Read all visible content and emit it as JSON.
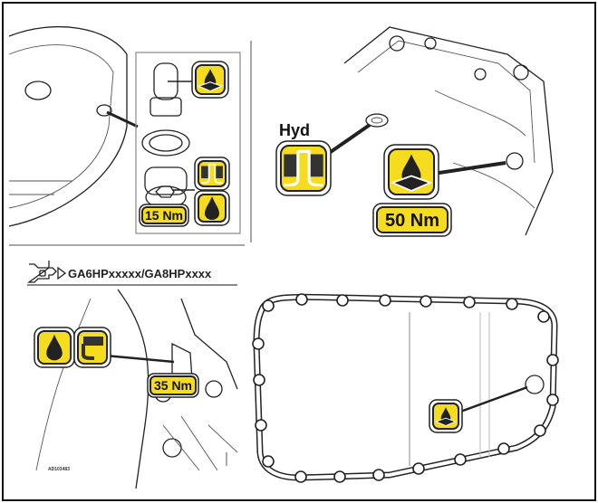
{
  "colors": {
    "badge_yellow": "#f5dc1e",
    "line": "#222222",
    "background": "#ffffff"
  },
  "panel_top_left": {
    "torque_label": "15 Nm",
    "icons": [
      "sealant-on-surface-icon",
      "seal-ring-icon",
      "oil-drop-icon"
    ]
  },
  "panel_top_right": {
    "hyd_label": "Hyd",
    "torque_label": "50 Nm",
    "icons": [
      "seal-ring-icon",
      "sealant-on-surface-icon"
    ]
  },
  "panel_bottom_left": {
    "model_label": "GA6HPxxxxx/GA8HPxxxx",
    "torque_label": "35 Nm",
    "reference_code": "AD103483",
    "icons": [
      "transmission-icon",
      "oil-drop-icon",
      "seal-ring-half-icon"
    ]
  },
  "panel_bottom_right": {
    "icons": [
      "sealant-on-surface-icon"
    ]
  }
}
